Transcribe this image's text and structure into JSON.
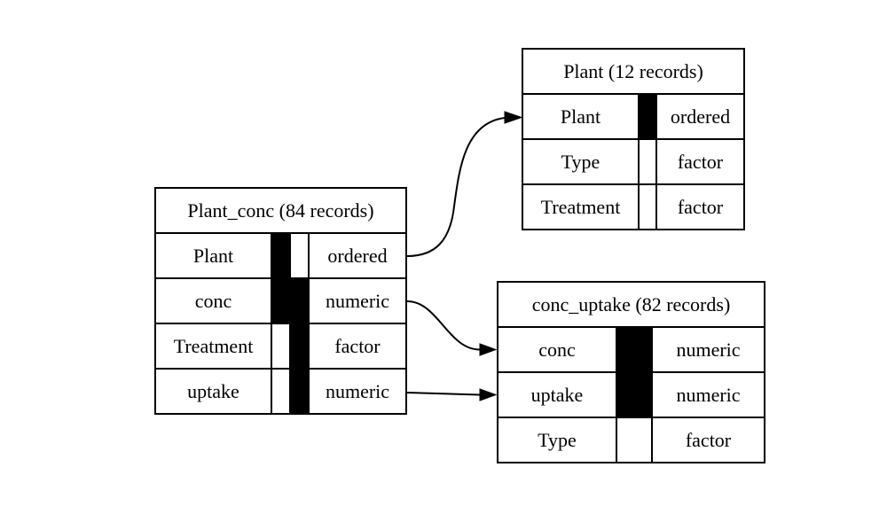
{
  "diagram": {
    "background": "#ffffff",
    "line_color": "#000000",
    "text_color": "#000000",
    "bar_color": "#000000",
    "tables": {
      "plant_conc": {
        "title": "Plant_conc (84 records)",
        "rows": [
          {
            "name": "Plant",
            "type": "ordered",
            "bar": {
              "left": "black",
              "right": "white"
            }
          },
          {
            "name": "conc",
            "type": "numeric",
            "bar": {
              "left": "black",
              "right": "black"
            }
          },
          {
            "name": "Treatment",
            "type": "factor",
            "bar": {
              "left": "white",
              "right": "black"
            }
          },
          {
            "name": "uptake",
            "type": "numeric",
            "bar": {
              "left": "white",
              "right": "black"
            }
          }
        ]
      },
      "plant": {
        "title": "Plant (12 records)",
        "rows": [
          {
            "name": "Plant",
            "type": "ordered",
            "bar": {
              "fill": "black"
            }
          },
          {
            "name": "Type",
            "type": "factor",
            "bar": {
              "fill": "white"
            }
          },
          {
            "name": "Treatment",
            "type": "factor",
            "bar": {
              "fill": "white"
            }
          }
        ]
      },
      "conc_uptake": {
        "title": "conc_uptake (82 records)",
        "rows": [
          {
            "name": "conc",
            "type": "numeric",
            "bar": {
              "fill": "black"
            }
          },
          {
            "name": "uptake",
            "type": "numeric",
            "bar": {
              "fill": "black"
            }
          },
          {
            "name": "Type",
            "type": "factor",
            "bar": {
              "fill": "white"
            }
          }
        ]
      }
    },
    "edges": [
      {
        "from": "Plant_conc.Plant",
        "to": "Plant.Plant"
      },
      {
        "from": "Plant_conc.conc",
        "to": "conc_uptake.conc"
      },
      {
        "from": "Plant_conc.uptake",
        "to": "conc_uptake.uptake"
      }
    ]
  }
}
